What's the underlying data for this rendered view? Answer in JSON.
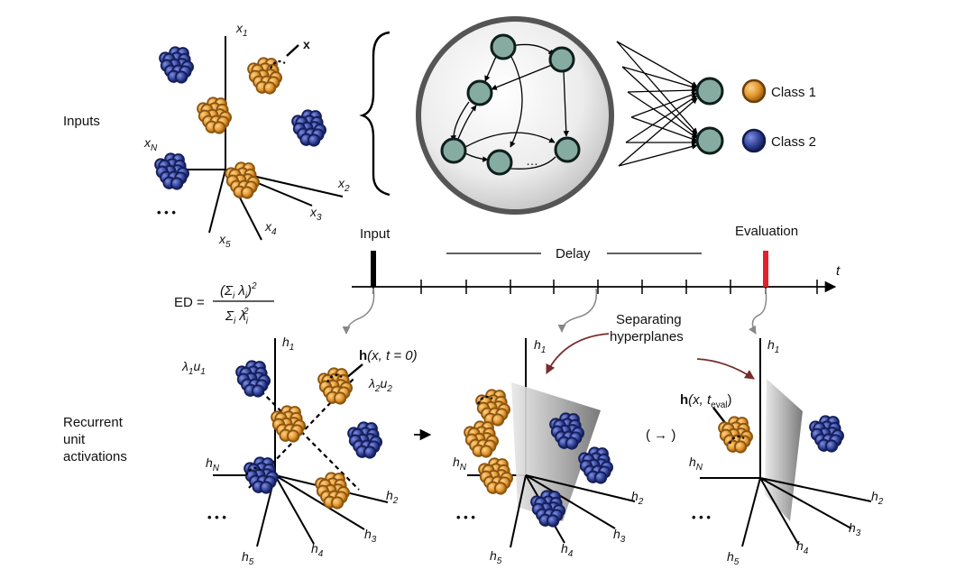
{
  "labels": {
    "inputs": "Inputs",
    "recurrent_line1": "Recurrent",
    "recurrent_line2": "unit",
    "recurrent_line3": "activations",
    "class1": "Class 1",
    "class2": "Class 2",
    "timeline_input": "Input",
    "timeline_delay": "Delay",
    "timeline_evaluation": "Evaluation",
    "time_var": "t",
    "separating_line1": "Separating",
    "separating_line2": "hyperplanes",
    "ellipsis": "• • •",
    "network_ellipsis": "…",
    "arrow_paren": "( → )",
    "ed_lhs": "ED =",
    "ed_num": "(Σ",
    "ed_num_sub": "i",
    "ed_num_mid": " λ",
    "ed_num_sub2": "i",
    "ed_num_end": ")",
    "ed_num_sup": "2",
    "ed_den": "Σ",
    "ed_den_sub": "i",
    "ed_den_mid": " λ",
    "ed_den_sub2": "i",
    "ed_den_sup": "2"
  },
  "input_axes": {
    "x1": "x",
    "x1_sub": "1",
    "x2": "x",
    "x2_sub": "2",
    "x3": "x",
    "x3_sub": "3",
    "x4": "x",
    "x4_sub": "4",
    "x5": "x",
    "x5_sub": "5",
    "xN": "x",
    "xN_sub": "N",
    "point": "x"
  },
  "activation_axes": {
    "h1": "h",
    "h1_sub": "1",
    "h2": "h",
    "h2_sub": "2",
    "h3": "h",
    "h3_sub": "3",
    "h4": "h",
    "h4_sub": "4",
    "h5": "h",
    "h5_sub": "5",
    "hN": "h",
    "hN_sub": "N"
  },
  "annotations": {
    "hx_t0_bold": "h",
    "hx_t0_rest": "(x, t = 0)",
    "lambda1_u1": "λ",
    "lambda1_sub": "1",
    "u1": "u",
    "u1_sub": "1",
    "lambda2_u2": "λ",
    "lambda2_sub": "2",
    "u2": "u",
    "u2_sub": "2",
    "hx_eval_bold": "h",
    "hx_eval_rest": "(x, t",
    "eval_sub": "eval",
    "hx_eval_close": ")"
  },
  "colors": {
    "orange": "#e2962e",
    "orange_dark": "#8a5510",
    "blue": "#34459a",
    "blue_dark": "#141e5a",
    "node_fill": "#86aca2",
    "eval_marker": "#e4202c",
    "arrow_brown": "#7a2c2c"
  }
}
